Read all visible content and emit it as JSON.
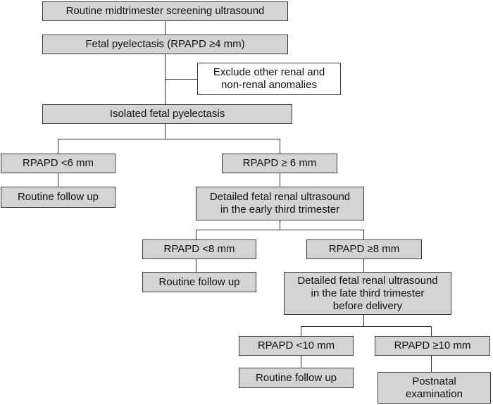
{
  "boxes": {
    "routine_screening": "Routine midtrimester screening ultrasound",
    "fetal_pyelectasis": "Fetal pyelectasis (RPAPD ≥4 mm)",
    "exclude_anomalies": "Exclude other renal and\nnon-renal anomalies",
    "isolated_pyelectasis": "Isolated fetal pyelectasis",
    "rpapd_lt6": "RPAPD <6 mm",
    "rpapd_ge6": "RPAPD ≥ 6 mm",
    "follow_up_1": "Routine follow up",
    "early_third": "Detailed fetal renal ultrasound\nin the early third trimester",
    "rpapd_lt8": "RPAPD <8 mm",
    "rpapd_ge8": "RPAPD ≥8 mm",
    "follow_up_2": "Routine follow up",
    "late_third": "Detailed fetal renal ultrasound\nin the late third trimester\nbefore delivery",
    "rpapd_lt10": "RPAPD <10 mm",
    "rpapd_ge10": "RPAPD ≥10 mm",
    "follow_up_3": "Routine follow up",
    "postnatal": "Postnatal\nexamination"
  },
  "colors": {
    "box_fill": "#d4d4d4",
    "note_fill": "#ffffff",
    "line": "#333333"
  }
}
